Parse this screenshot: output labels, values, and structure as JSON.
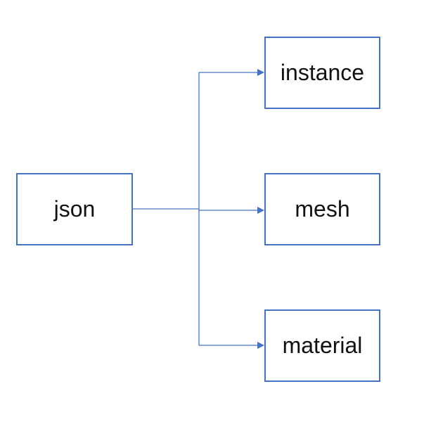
{
  "diagram": {
    "edge_color": "#4472c4",
    "nodes": {
      "root": "json",
      "instance": "instance",
      "mesh": "mesh",
      "material": "material"
    },
    "edges": [
      {
        "from": "json",
        "to": "instance"
      },
      {
        "from": "json",
        "to": "mesh"
      },
      {
        "from": "json",
        "to": "material"
      }
    ]
  }
}
